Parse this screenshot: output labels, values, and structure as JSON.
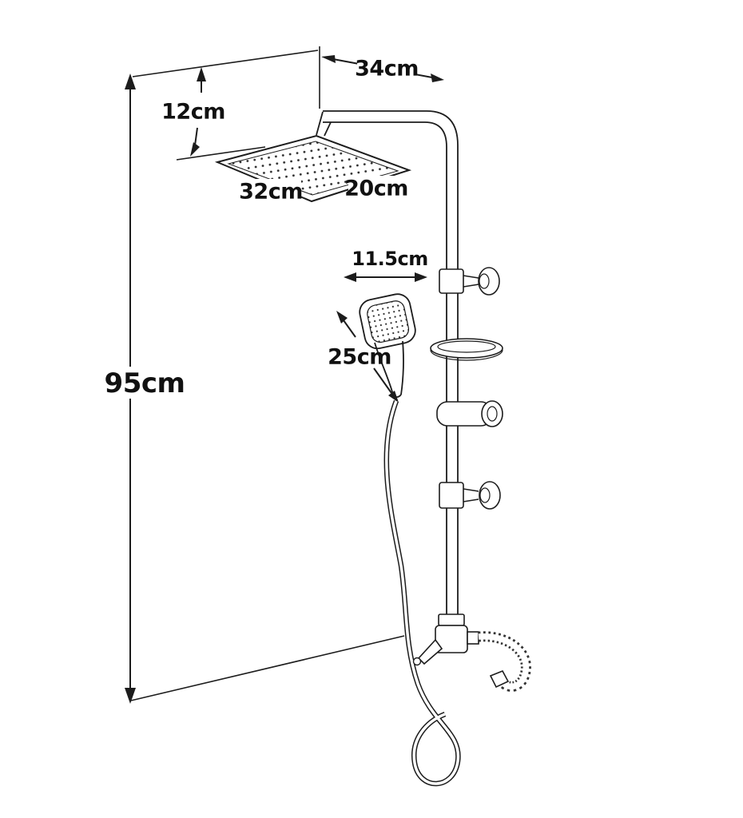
{
  "diagram": {
    "labels": {
      "total_height": "95cm",
      "top_offset": "12cm",
      "arm_span": "34cm",
      "head_width": "32cm",
      "head_depth": "20cm",
      "handset_width": "11.5cm",
      "handset_length": "25cm"
    },
    "colors": {
      "line": "#1c1c1c",
      "background": "#ffffff"
    }
  }
}
